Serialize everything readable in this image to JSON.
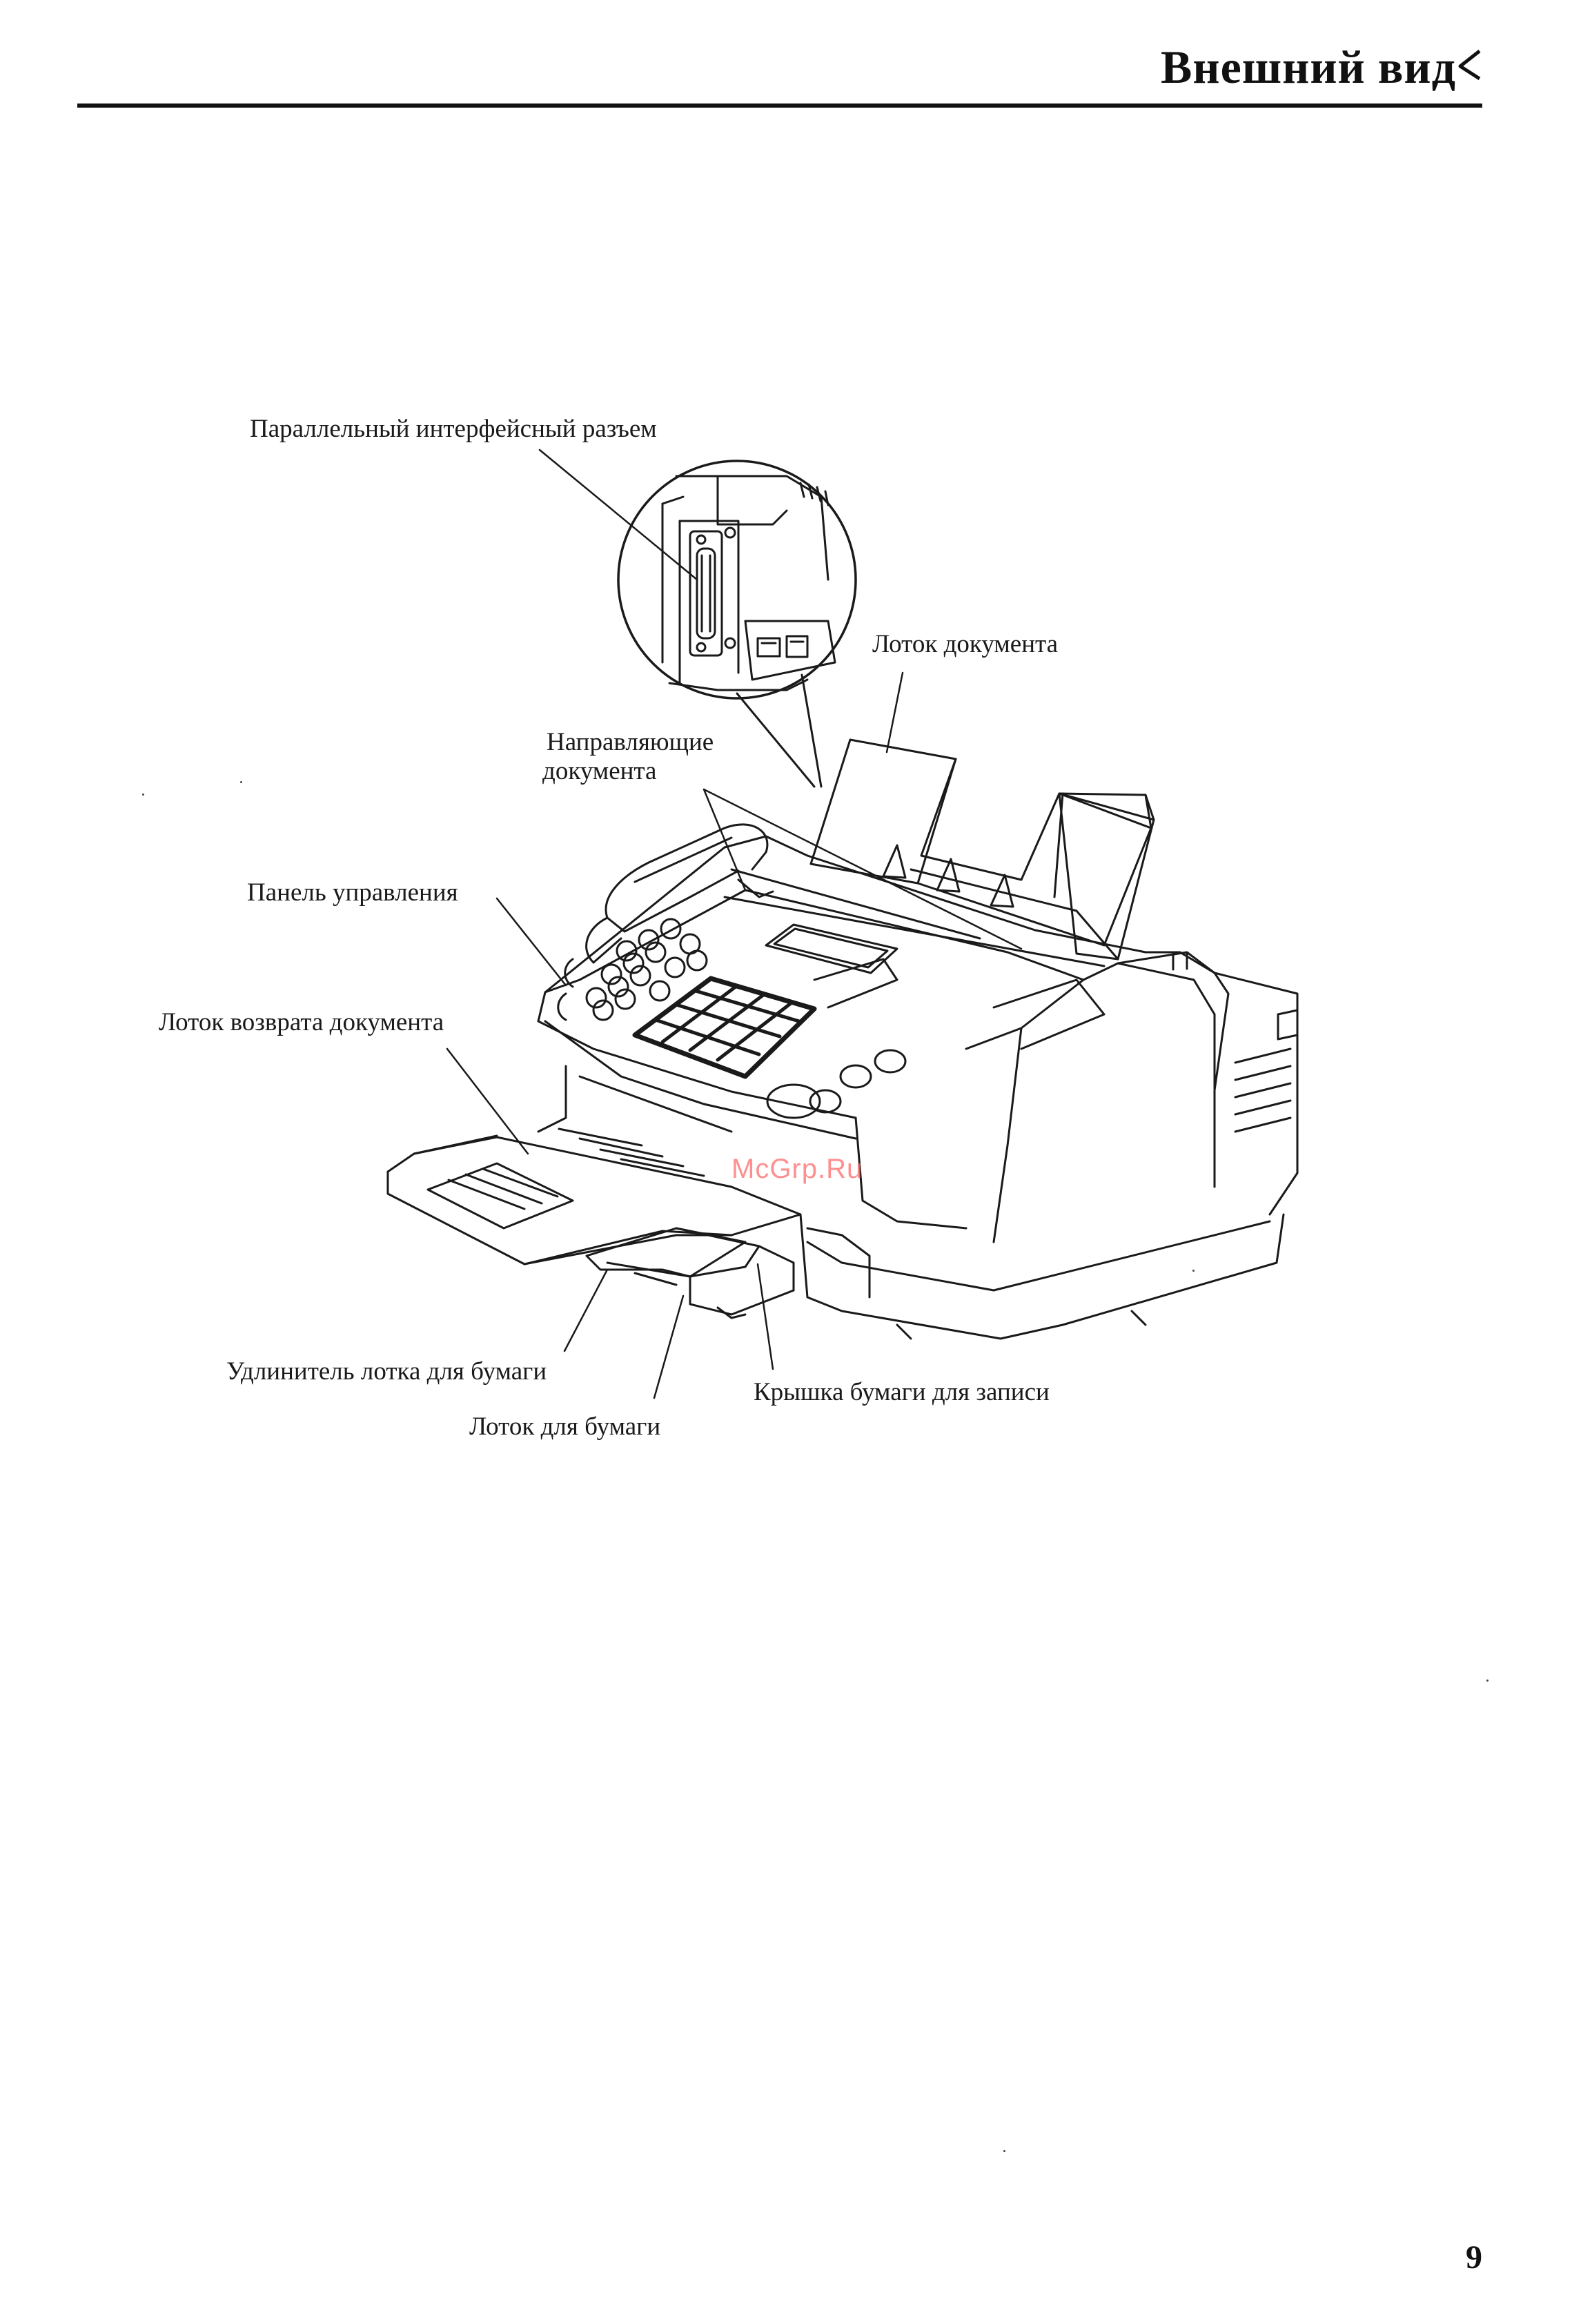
{
  "header": {
    "title": "Внешний вид"
  },
  "labels": {
    "parallel_port": "Параллельный интерфейсный разъем",
    "document_tray": "Лоток документа",
    "document_guides_line1": "Направляющие",
    "document_guides_line2": "документа",
    "control_panel": "Панель управления",
    "document_return_tray": "Лоток возврата документа",
    "paper_tray_extension": "Удлинитель лотка для бумаги",
    "paper_tray": "Лоток для бумаги",
    "recording_paper_cover": "Крышка бумаги для записи"
  },
  "watermark": "McGrp.Ru",
  "page_number": "9",
  "colors": {
    "ink": "#111111",
    "watermark": "#ff6a6a"
  }
}
